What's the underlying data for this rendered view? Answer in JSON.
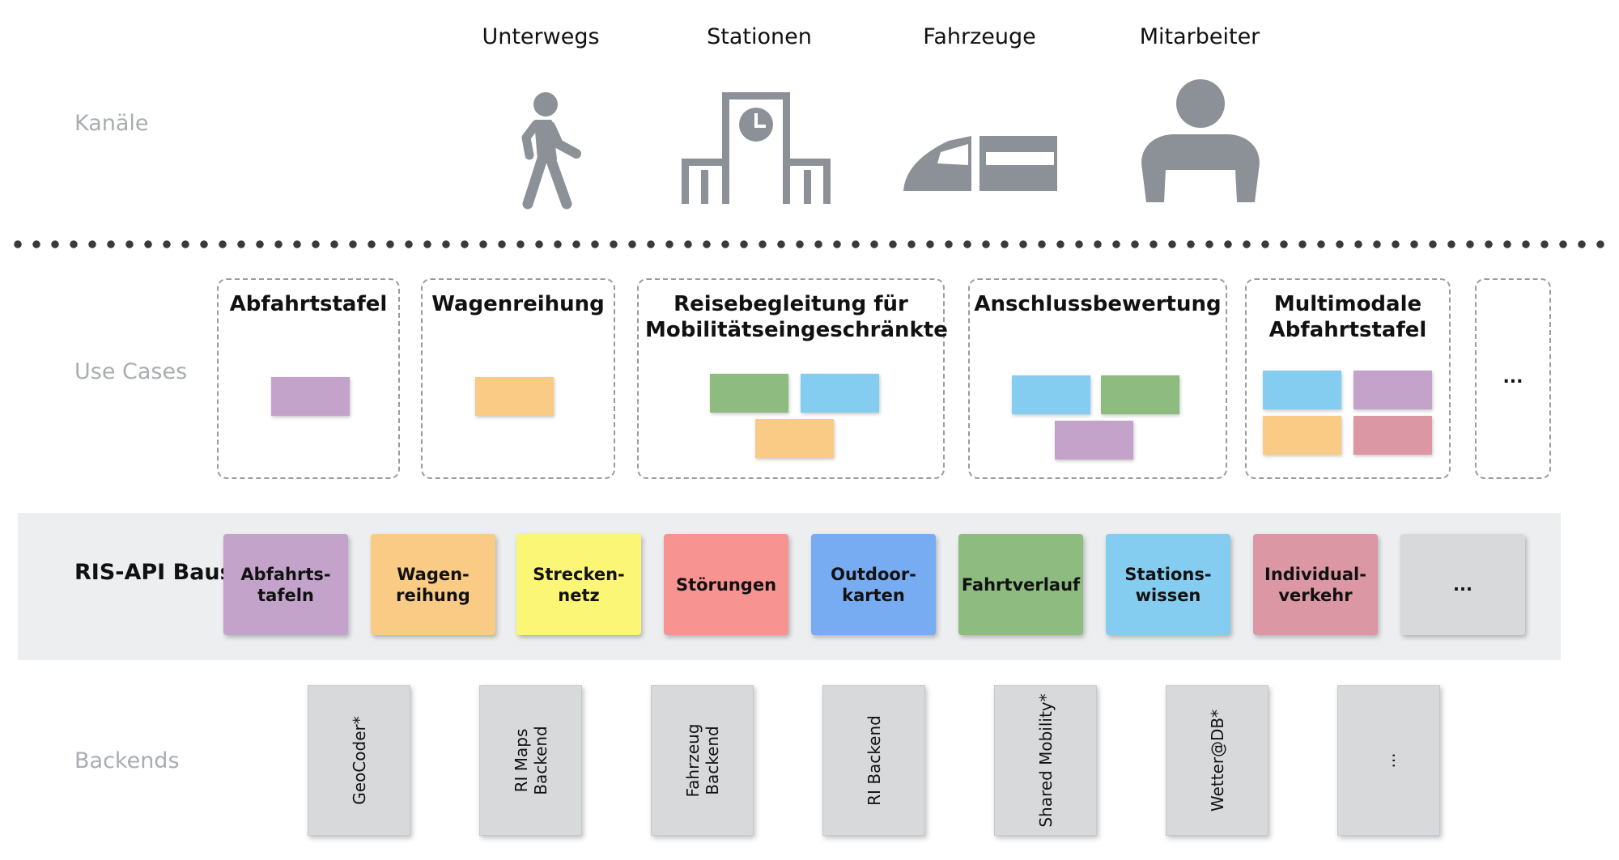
{
  "rows": {
    "channels": "Kanäle",
    "use_cases": "Use Cases",
    "backends": "Backends"
  },
  "channels": [
    {
      "label": "Unterwegs",
      "icon": "walking-person-icon"
    },
    {
      "label": "Stationen",
      "icon": "station-clock-icon"
    },
    {
      "label": "Fahrzeuge",
      "icon": "train-icon"
    },
    {
      "label": "Mitarbeiter",
      "icon": "person-icon"
    }
  ],
  "use_cases": [
    {
      "title": "Abfahrtstafel",
      "notes": [
        "#c3a3c9"
      ]
    },
    {
      "title": "Wagenreihung",
      "notes": [
        "#f9cb84"
      ]
    },
    {
      "title": "Reisebegleitung für Mobilitätseingeschränkte",
      "notes": [
        "#8dbb80",
        "#85cdf0",
        "#f9cb84"
      ]
    },
    {
      "title": "Anschlussbewertung",
      "notes": [
        "#85cdf0",
        "#8dbb80",
        "#c3a3c9"
      ]
    },
    {
      "title": "Multimodale Abfahrtstafel",
      "notes": [
        "#85cdf0",
        "#c3a3c9",
        "#f9cb84",
        "#dc97a4"
      ]
    },
    {
      "title": "",
      "more": "..."
    }
  ],
  "api": {
    "title": "RIS-API Bausteine",
    "blocks": [
      {
        "label": "Abfahrts-\ntafeln",
        "color": "#c3a3c9"
      },
      {
        "label": "Wagen-\nreihung",
        "color": "#f9cb84"
      },
      {
        "label": "Strecken-\nnetz",
        "color": "#fcf676"
      },
      {
        "label": "Störungen",
        "color": "#f79391"
      },
      {
        "label": "Outdoor-\nkarten",
        "color": "#77acf2"
      },
      {
        "label": "Fahrtverlauf",
        "color": "#8dbb80"
      },
      {
        "label": "Stations-\nwissen",
        "color": "#85cdf0"
      },
      {
        "label": "Individual-\nverkehr",
        "color": "#dc97a4"
      },
      {
        "label": "...",
        "color": "#d7d9db"
      }
    ]
  },
  "backends": [
    {
      "label": "GeoCoder*"
    },
    {
      "label": "RI Maps\nBackend"
    },
    {
      "label": "Fahrzeug\nBackend"
    },
    {
      "label": "RI Backend"
    },
    {
      "label": "Shared Mobility*"
    },
    {
      "label": "Wetter@DB*"
    },
    {
      "label": "..."
    }
  ]
}
